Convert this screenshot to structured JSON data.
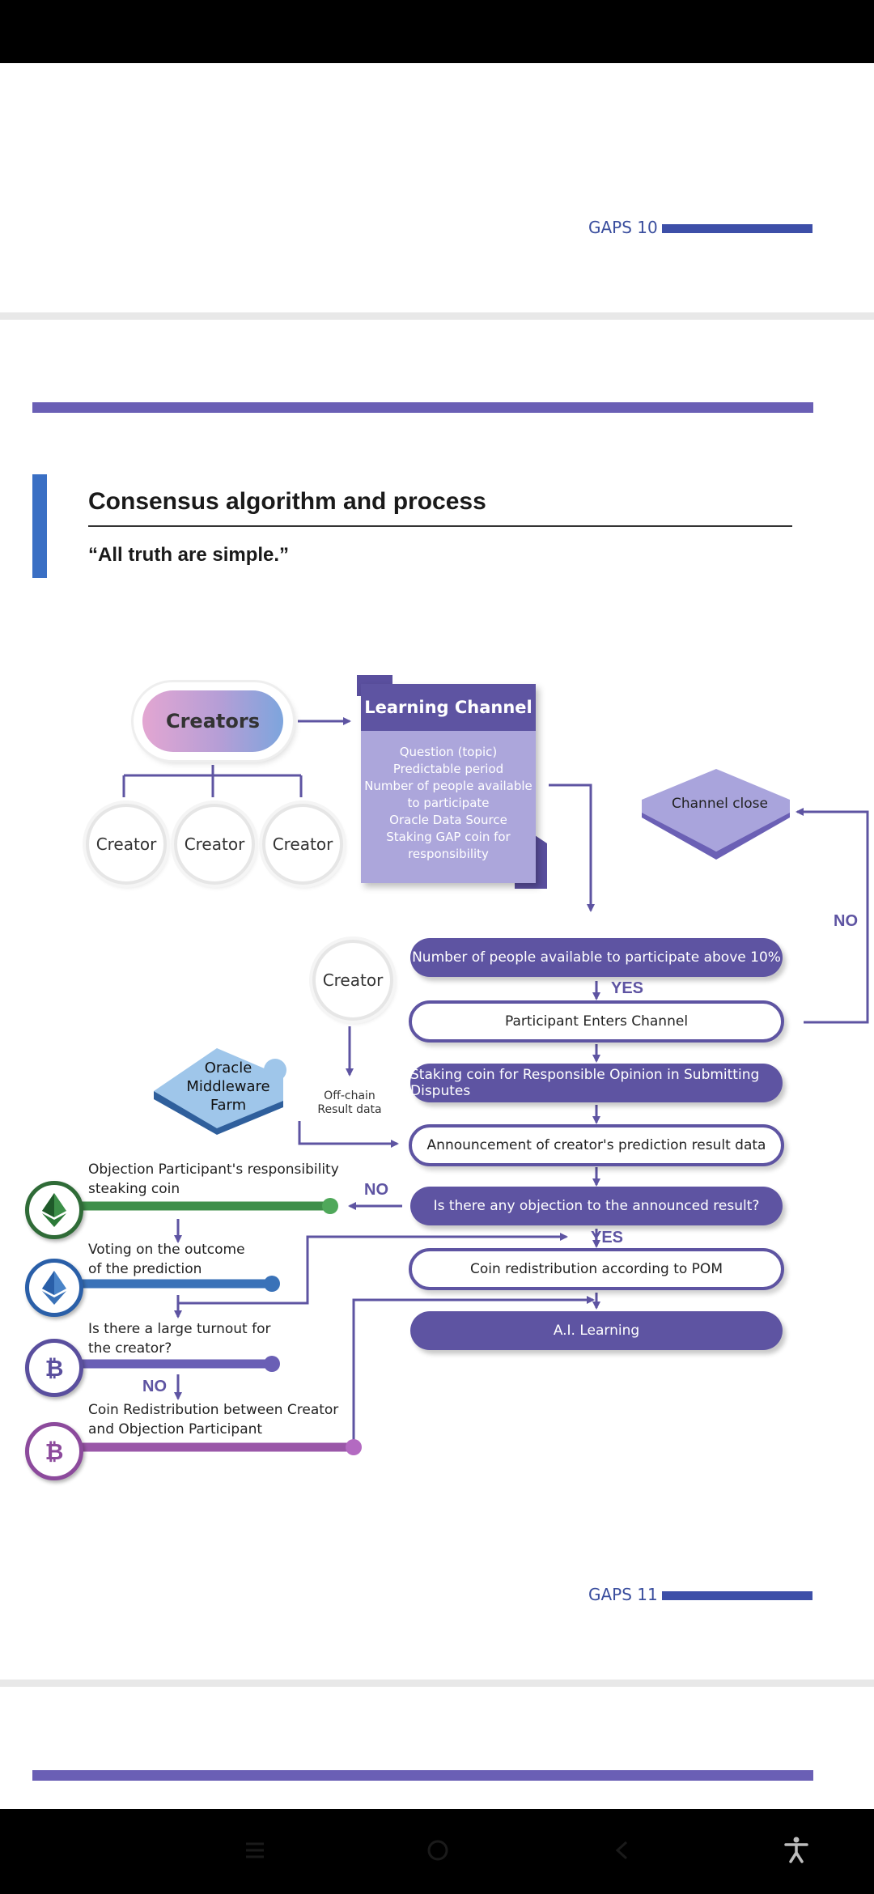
{
  "page_top": {
    "number_label": "GAPS 10"
  },
  "heading": {
    "title": "Consensus algorithm and process",
    "quote": "“All truth are simple.”"
  },
  "diagram": {
    "creators_label": "Creators",
    "creator_label": "Creator",
    "learning_channel": {
      "title": "Learning Channel",
      "lines": [
        "Question (topic)",
        "Predictable period",
        "Number of people available",
        "to participate",
        "Oracle Data Source",
        "Staking GAP coin for",
        "responsibility"
      ]
    },
    "channel_close": "Channel close",
    "no_label": "NO",
    "yes_label": "YES",
    "steps": {
      "above_10": "Number of people available to participate above 10%",
      "enters": "Participant Enters Channel",
      "staking": "Staking coin for Responsible Opinion in Submitting Disputes",
      "announcement": "Announcement of creator's prediction result data",
      "objection_q": "Is there any objection to the announced result?",
      "redistribution": "Coin redistribution according to POM",
      "ai": "A.I. Learning"
    },
    "oracle": {
      "line1": "Oracle",
      "line2": "Middleware",
      "line3": "Farm"
    },
    "offchain": {
      "line1": "Off-chain",
      "line2": "Result data"
    },
    "left_steps": {
      "objection_line1": "Objection Participant's responsibility",
      "objection_line2": "steaking coin",
      "voting_line1": "Voting on the outcome",
      "voting_line2": "of the prediction",
      "turnout_line1": "Is there a large turnout for",
      "turnout_line2": "the creator?",
      "redist_line1": "Coin Redistribution between Creator",
      "redist_line2": "and Objection Participant"
    },
    "coin_icons": [
      "ethereum-icon",
      "ethereum-icon",
      "bitcoin-icon",
      "bitcoin-icon"
    ],
    "colors": {
      "purple": "#5e54a2",
      "green": "#3f8f4a",
      "blue": "#3a72b8",
      "violet": "#6a5fb5",
      "magenta": "#9a57a8"
    }
  },
  "page_bottom": {
    "number_label": "GAPS 11"
  }
}
